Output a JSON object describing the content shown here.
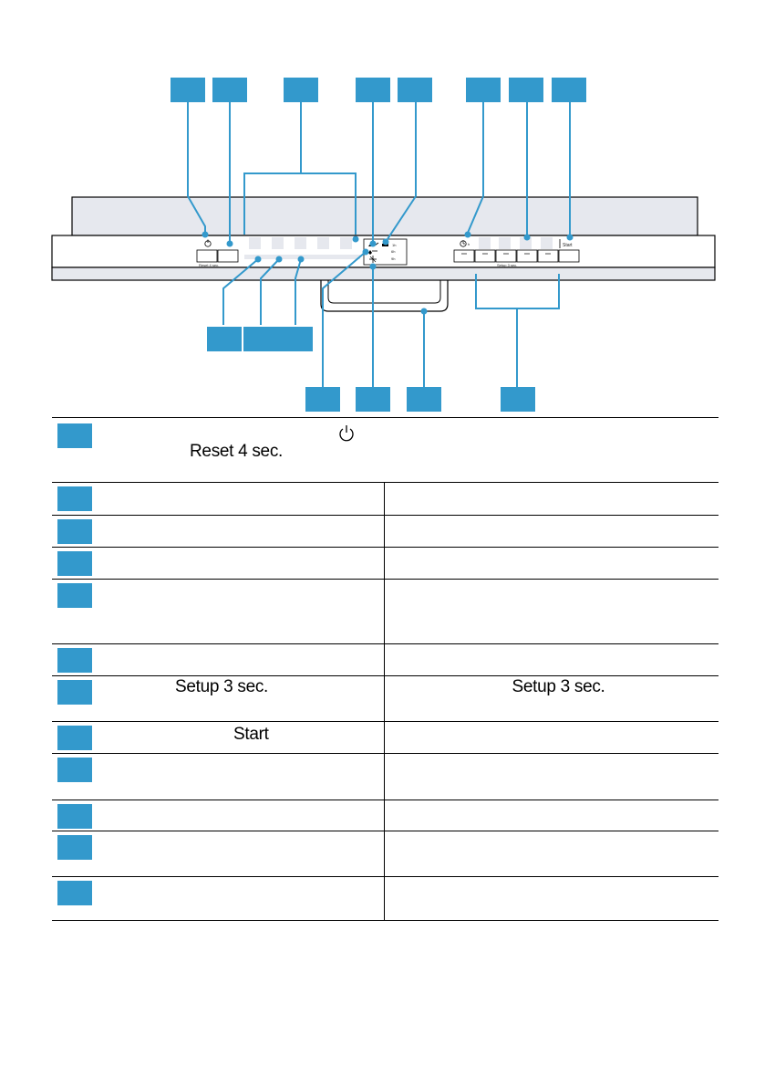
{
  "panel": {
    "reset_label": "Reset 4 sec.",
    "setup_label": "Setup 3 sec.",
    "start_label": "Start",
    "indicator_h1": "1h",
    "indicator_h2": "6h",
    "indicator_h3": "9h",
    "timer_h": "h"
  },
  "legend": {
    "row1_text": "Reset 4 sec.",
    "row7_left_text": "Setup 3 sec.",
    "row7_right_text": "Setup 3 sec.",
    "row8_text": "Start"
  },
  "icons": [
    "power-icon",
    "timer-icon",
    "water-softener-icon",
    "rinse-aid-icon",
    "salt-icon"
  ],
  "colors": {
    "callout": "#3399cc",
    "panel": "#e6e8ee"
  }
}
